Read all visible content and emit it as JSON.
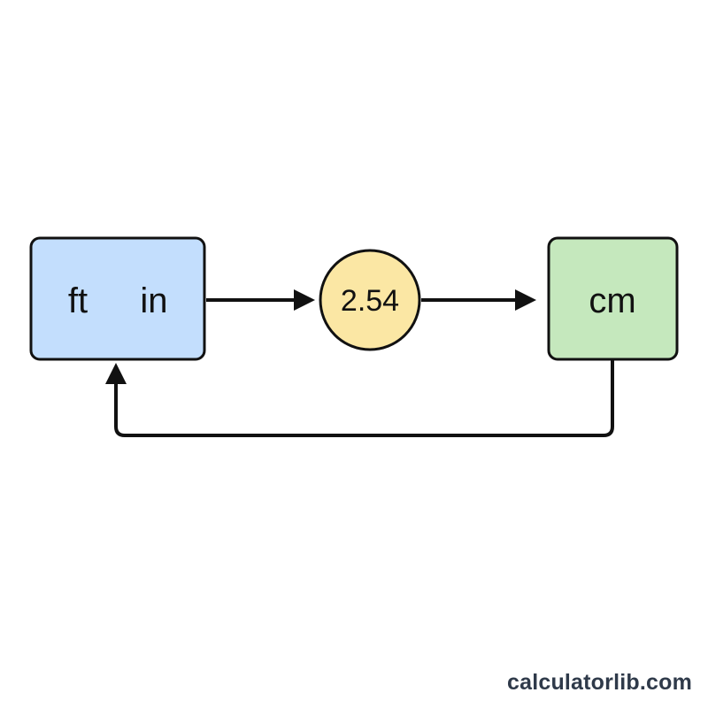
{
  "nodes": {
    "source": {
      "unit_ft": "ft",
      "unit_in": "in"
    },
    "factor": {
      "value": "2.54"
    },
    "target": {
      "unit_cm": "cm"
    }
  },
  "footer": {
    "site": "calculatorlib.com"
  },
  "colors": {
    "source_fill": "#c3defd",
    "factor_fill": "#fbe7a4",
    "target_fill": "#c5e8bd",
    "stroke": "#111111"
  }
}
